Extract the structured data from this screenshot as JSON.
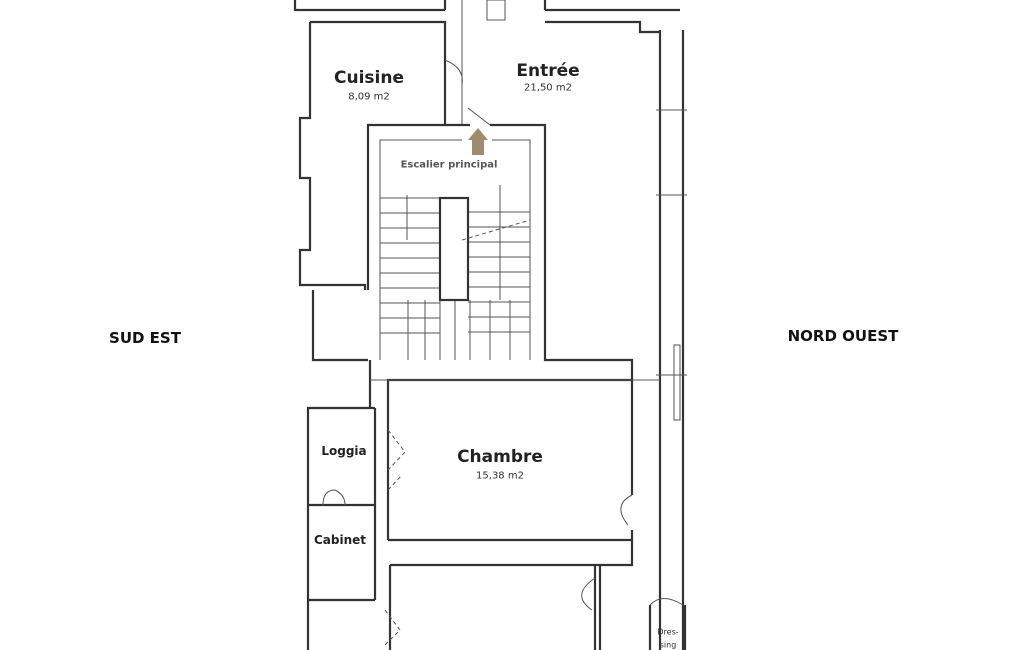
{
  "orientation": {
    "left": "SUD EST",
    "right": "NORD OUEST"
  },
  "rooms": {
    "cuisine": {
      "name": "Cuisine",
      "area": "8,09 m2"
    },
    "entree": {
      "name": "Entrée",
      "area": "21,50 m2"
    },
    "escalier": {
      "name": "Escalier principal"
    },
    "chambre": {
      "name": "Chambre",
      "area": "15,38 m2"
    },
    "loggia": {
      "name": "Loggia"
    },
    "cabinet": {
      "name": "Cabinet"
    },
    "dressing": {
      "name_line1": "Dres-",
      "name_line2": "sing"
    }
  },
  "colors": {
    "walls": "#333333",
    "arrow": "#a08b70"
  }
}
